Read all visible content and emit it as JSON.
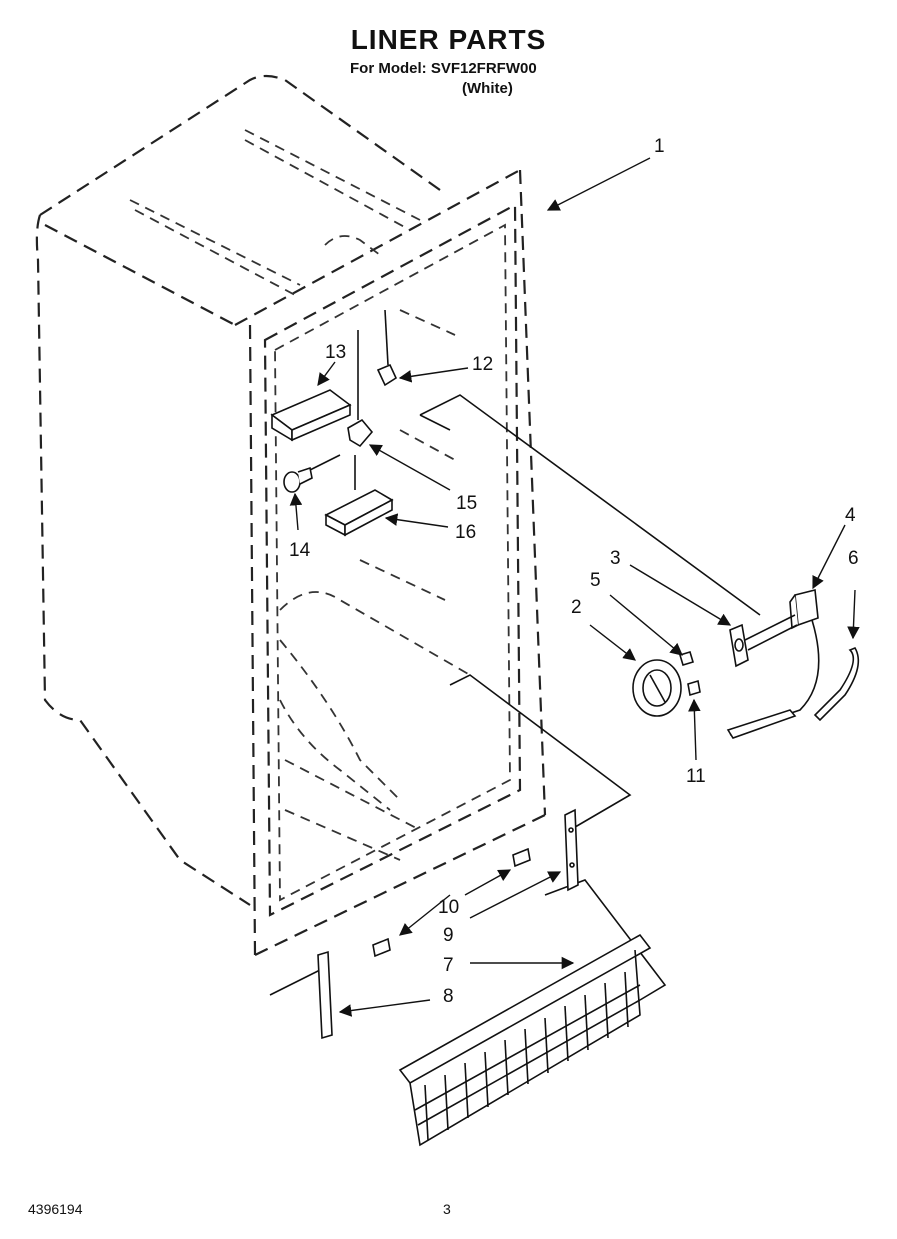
{
  "header": {
    "title": "LINER PARTS",
    "model_line": "For Model: SVF12FRFW00",
    "color_line": "(White)"
  },
  "footer": {
    "doc_number": "4396194",
    "page_number": "3"
  },
  "callouts": [
    "1",
    "2",
    "3",
    "4",
    "5",
    "6",
    "7",
    "8",
    "9",
    "10",
    "11",
    "12",
    "13",
    "14",
    "15",
    "16"
  ]
}
